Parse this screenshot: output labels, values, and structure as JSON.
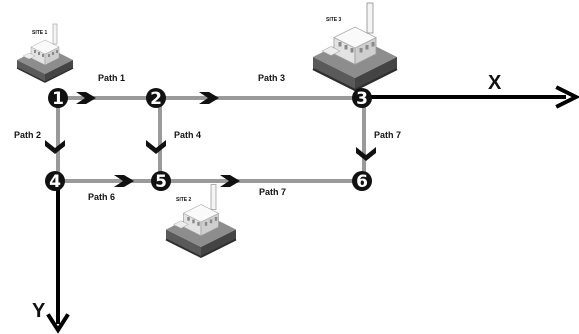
{
  "axes": {
    "x_label": "X",
    "y_label": "Y"
  },
  "sites": [
    {
      "label": "SITE 1",
      "icon": "factory-icon"
    },
    {
      "label": "SITE  3",
      "icon": "factory-icon"
    },
    {
      "label": "SITE 2",
      "icon": "factory-icon"
    }
  ],
  "nodes": [
    "1",
    "2",
    "3",
    "4",
    "5",
    "6"
  ],
  "paths": [
    {
      "label": "Path 1",
      "from": "1",
      "to": "2"
    },
    {
      "label": "Path 3",
      "from": "2",
      "to": "3"
    },
    {
      "label": "Path 2",
      "from": "1",
      "to": "4"
    },
    {
      "label": "Path 4",
      "from": "2",
      "to": "5"
    },
    {
      "label": "Path 7",
      "from": "3",
      "to": "6"
    },
    {
      "label": "Path 6",
      "from": "4",
      "to": "5"
    },
    {
      "label": "Path 7",
      "from": "5",
      "to": "6"
    }
  ],
  "colors": {
    "path": "#9a9a9a",
    "node": "#111111",
    "axis": "#000000",
    "chevron": "#111111"
  }
}
